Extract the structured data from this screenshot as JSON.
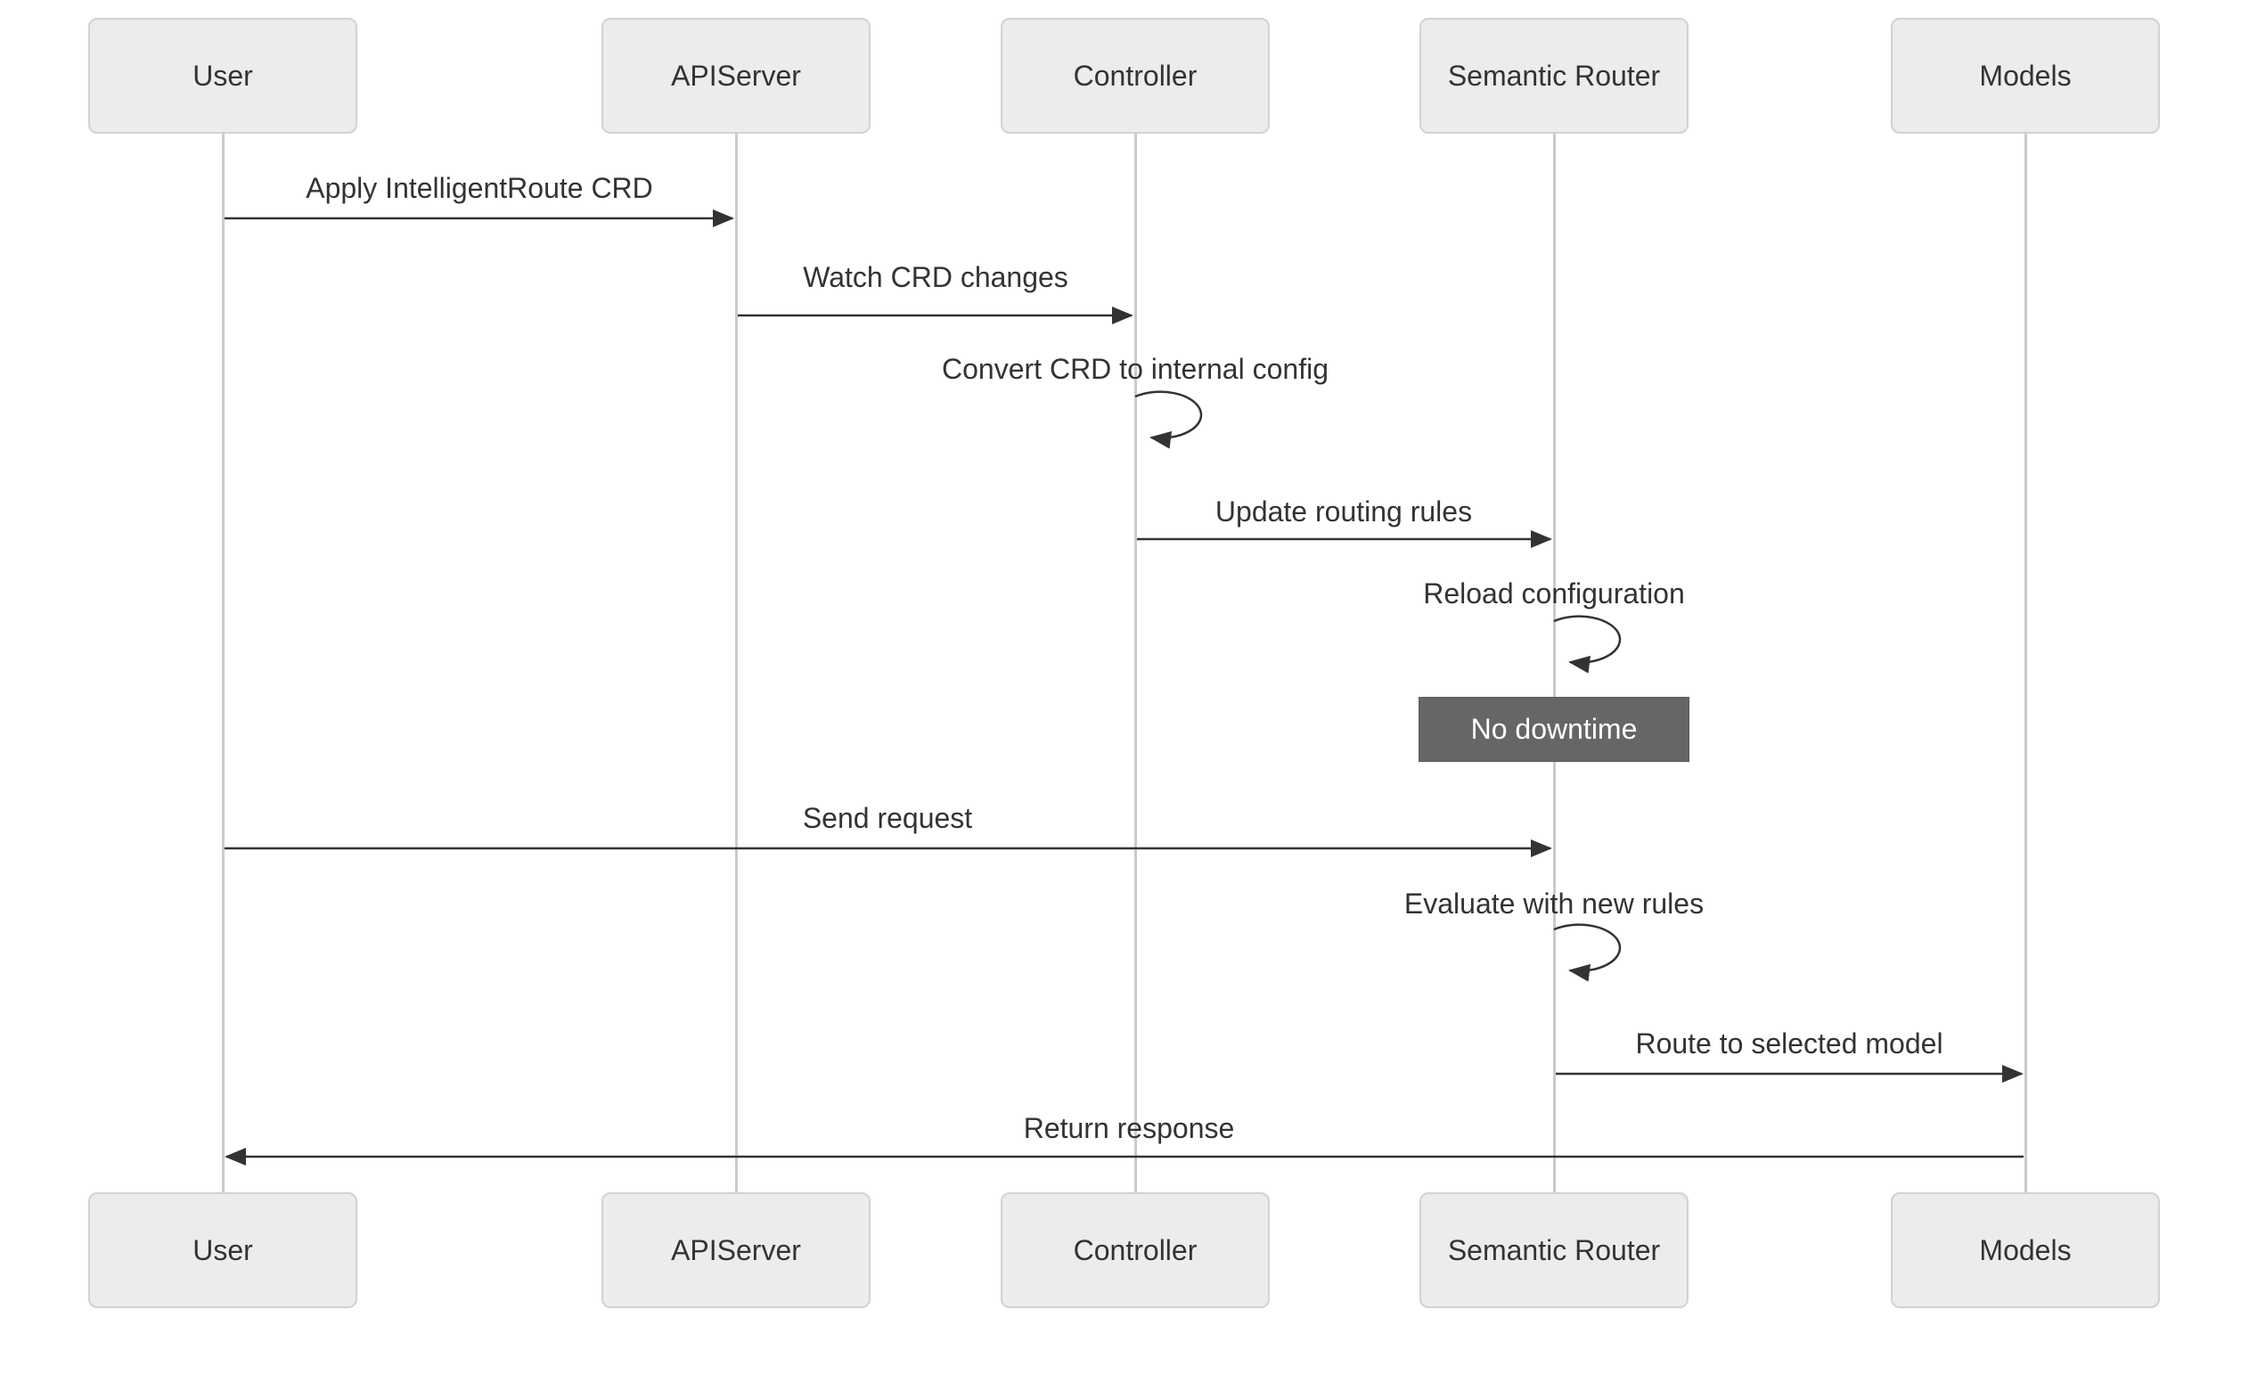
{
  "diagram": {
    "type": "sequence-diagram",
    "background": "#ffffff",
    "colors": {
      "actor_fill": "#ececec",
      "actor_border": "#d2d2d2",
      "actor_text": "#333333",
      "lifeline": "#cbcbcb",
      "message_line": "#333333",
      "message_text": "#333333",
      "note_fill": "#666666",
      "note_border": "#5a5a5a",
      "note_text": "#ffffff"
    },
    "actors": [
      {
        "id": "user",
        "label": "User"
      },
      {
        "id": "apiserver",
        "label": "APIServer"
      },
      {
        "id": "controller",
        "label": "Controller"
      },
      {
        "id": "semantic-router",
        "label": "Semantic Router"
      },
      {
        "id": "models",
        "label": "Models"
      }
    ],
    "messages": [
      {
        "from": "User",
        "to": "APIServer",
        "label": "Apply IntelligentRoute CRD",
        "style": "solid-arrow"
      },
      {
        "from": "APIServer",
        "to": "Controller",
        "label": "Watch CRD changes",
        "style": "solid-arrow"
      },
      {
        "from": "Controller",
        "to": "Controller",
        "label": "Convert CRD to internal config",
        "style": "self-loop"
      },
      {
        "from": "Controller",
        "to": "Semantic Router",
        "label": "Update routing rules",
        "style": "solid-arrow"
      },
      {
        "from": "Semantic Router",
        "to": "Semantic Router",
        "label": "Reload configuration",
        "style": "self-loop"
      },
      {
        "from": "User",
        "to": "Semantic Router",
        "label": "Send request",
        "style": "solid-arrow"
      },
      {
        "from": "Semantic Router",
        "to": "Semantic Router",
        "label": "Evaluate with new rules",
        "style": "self-loop"
      },
      {
        "from": "Semantic Router",
        "to": "Models",
        "label": "Route to selected model",
        "style": "solid-arrow"
      },
      {
        "from": "Models",
        "to": "User",
        "label": "Return response",
        "style": "solid-arrow"
      }
    ],
    "note": {
      "over": "Semantic Router",
      "label": "No downtime"
    }
  }
}
